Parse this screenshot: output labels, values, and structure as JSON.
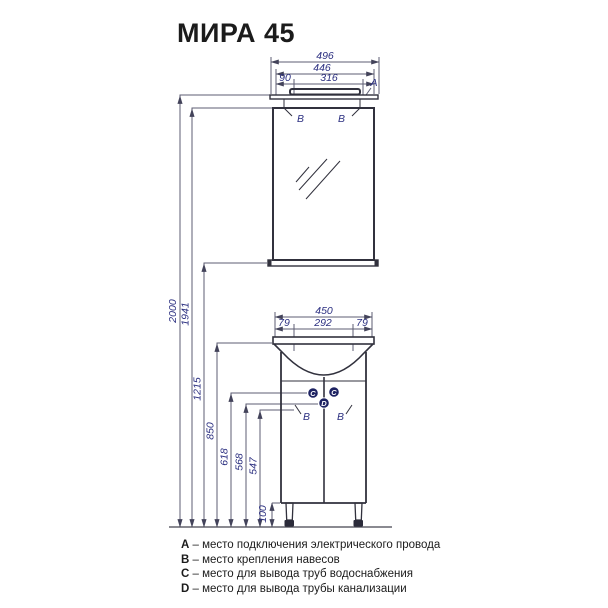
{
  "title": "МИРА 45",
  "mirror": {
    "dim_overall": "496",
    "dim_inner": "446",
    "dim_offset": "90",
    "dim_light": "316",
    "label_power": "A",
    "label_hinge_left": "B",
    "label_hinge_right": "B"
  },
  "vanity": {
    "dim_overall": "450",
    "dim_left": "79",
    "dim_center": "292",
    "dim_right": "79",
    "marker_water_left": "C",
    "marker_water_right": "C",
    "marker_drain": "D",
    "label_hinge_left": "B",
    "label_hinge_right": "B",
    "dim_leg_height": "100"
  },
  "heights": {
    "total": "2000",
    "mirror_top": "1941",
    "mirror_bottom": "1215",
    "basin_top": "850",
    "water_supply": "618",
    "drain": "568",
    "hinge": "547"
  },
  "legend": {
    "items": [
      {
        "key": "A",
        "text": "– место подключения электрического провода"
      },
      {
        "key": "B",
        "text": "– место крепления навесов"
      },
      {
        "key": "C",
        "text": "– место для вывода труб водоснабжения"
      },
      {
        "key": "D",
        "text": "– место для вывода трубы канализации"
      }
    ]
  },
  "colors": {
    "outline": "#31313d",
    "dimension_line": "#5e5e73",
    "dimension_text": "#2b2f80",
    "marker_fill": "#1d2262"
  }
}
